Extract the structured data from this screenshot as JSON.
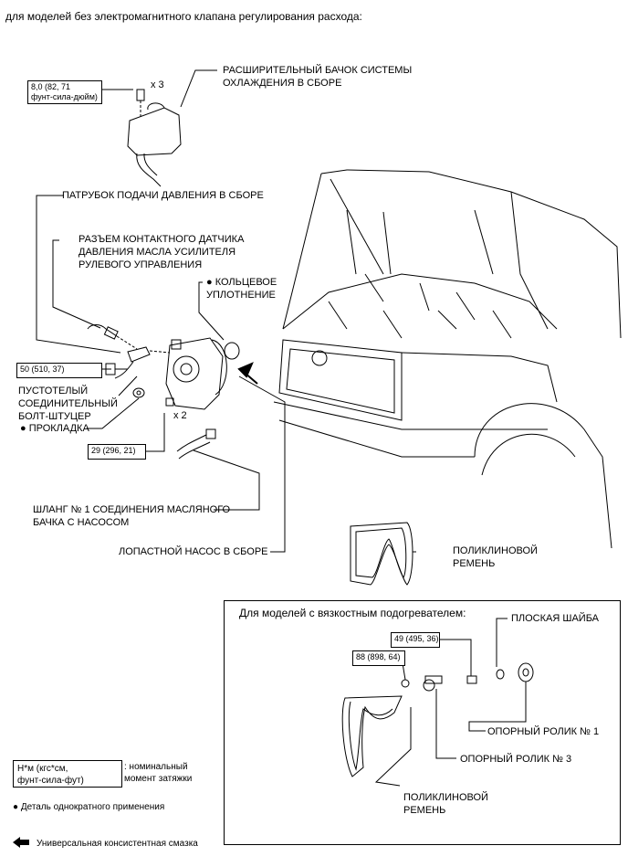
{
  "header": "для моделей без электромагнитного клапана регулирования расхода:",
  "torques": {
    "reservoir": {
      "line1": "8,0 (82, 71",
      "line2": "фунт-сила-дюйм)"
    },
    "union_bolt": "50 (510, 37)",
    "pump": "29 (296, 21)",
    "idler1": "49 (495, 36)",
    "idler3": "88 (898, 64)"
  },
  "qty": {
    "reservoir_bolts": "x 3",
    "pump_nuts": "x 2"
  },
  "labels": {
    "reservoir": {
      "line1": "РАСШИРИТЕЛЬНЫЙ БАЧОК СИСТЕМЫ",
      "line2": "ОХЛАЖДЕНИЯ В СБОРЕ"
    },
    "pressure_tube": "ПАТРУБОК ПОДАЧИ ДАВЛЕНИЯ В СБОРЕ",
    "switch_connector": {
      "line1": "РАЗЪЕМ КОНТАКТНОГО ДАТЧИКА",
      "line2": "ДАВЛЕНИЯ МАСЛА УСИЛИТЕЛЯ",
      "line3": "РУЛЕВОГО УПРАВЛЕНИЯ"
    },
    "o_ring": {
      "line1": "● КОЛЬЦЕВОЕ",
      "line2": "УПЛОТНЕНИЕ"
    },
    "union_bolt": {
      "line1": "ПУСТОТЕЛЫЙ",
      "line2": "СОЕДИНИТЕЛЬНЫЙ",
      "line3": "БОЛТ-ШТУЦЕР"
    },
    "gasket": "● ПРОКЛАДКА",
    "hose": {
      "line1": "ШЛАНГ № 1 СОЕДИНЕНИЯ МАСЛЯНОГО",
      "line2": "БАЧКА С НАСОСОМ"
    },
    "vane_pump": "ЛОПАСТНОЙ НАСОС В СБОРЕ",
    "belt": {
      "line1": "ПОЛИКЛИНОВОЙ",
      "line2": "РЕМЕНЬ"
    }
  },
  "inset": {
    "title": "Для моделей с вязкостным подогревателем:",
    "plate_washer": "ПЛОСКАЯ ШАЙБА",
    "idler1": "ОПОРНЫЙ РОЛИК № 1",
    "idler3": "ОПОРНЫЙ РОЛИК № 3",
    "belt": {
      "line1": "ПОЛИКЛИНОВОЙ",
      "line2": "РЕМЕНЬ"
    }
  },
  "legend": {
    "torque_unit": {
      "line1": "Н*м (кгс*см,",
      "line2": "фунт-сила-фут)"
    },
    "torque_desc": {
      "line1": ": номинальный",
      "line2": "момент затяжки"
    },
    "non_reusable": "● Деталь однократного применения",
    "grease": "Универсальная консистентная смазка"
  }
}
